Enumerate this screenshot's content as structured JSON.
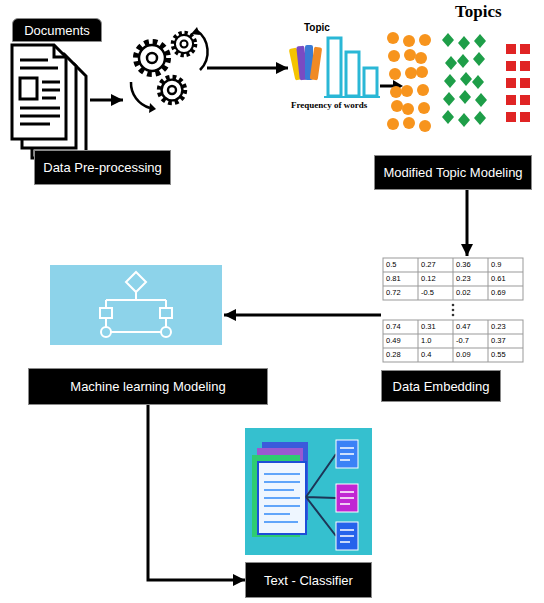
{
  "diagram": {
    "nodes": [
      {
        "text": [
          "Documents"
        ]
      },
      {
        "text": [
          "Data Pre-processing"
        ]
      },
      {
        "text": [
          "Modified Topic Modeling"
        ]
      },
      {
        "text": [
          "Data Embedding"
        ]
      },
      {
        "text": [
          "Machine learning Modeling"
        ]
      },
      {
        "text": [
          "Text - Classifier"
        ]
      }
    ],
    "edges": [
      {
        "from": 0,
        "to": 1,
        "arrow": "to"
      },
      {
        "from": 1,
        "to": 2,
        "arrow": "to"
      },
      {
        "from": 2,
        "to": 3,
        "arrow": "to"
      },
      {
        "from": 3,
        "to": 4,
        "arrow": "to"
      },
      {
        "from": 4,
        "to": 5,
        "arrow": "to"
      }
    ],
    "labels": [
      "Topic",
      "Frequency of words",
      "Topics",
      "0.5",
      "0.27",
      "0.36",
      "0.9",
      "0.81",
      "0.12",
      "0.23",
      "0.61",
      "0.72",
      "-0.5",
      "0.02",
      "0.69",
      "0.74",
      "0.31",
      "0.47",
      "0.23",
      "0.49",
      "1.0",
      "-0.7",
      "0.37",
      "0.28",
      "0.4",
      "0.09",
      "0.55"
    ]
  }
}
